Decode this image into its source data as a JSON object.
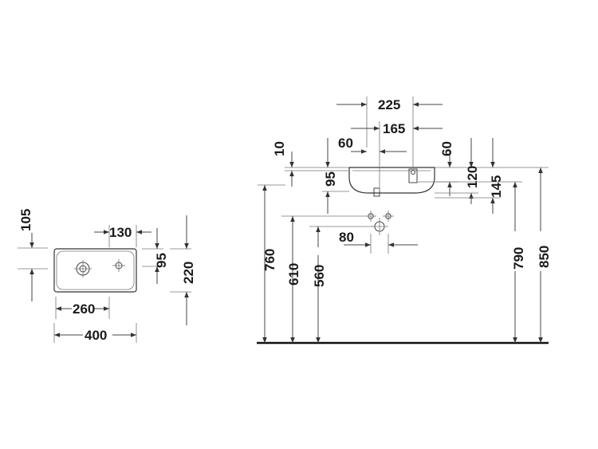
{
  "top_view": {
    "dimensions": {
      "d105": "105",
      "d130": "130",
      "d95": "95",
      "d220": "220",
      "d260": "260",
      "d400": "400"
    }
  },
  "side_view": {
    "dimensions": {
      "d225": "225",
      "d165": "165",
      "d60a": "60",
      "d60b": "60",
      "d10": "10",
      "d95": "95",
      "d120": "120",
      "d145": "145",
      "d80": "80",
      "d760": "760",
      "d610": "610",
      "d560": "560",
      "d790": "790",
      "d850": "850"
    }
  },
  "colors": {
    "line": "#444444",
    "text": "#1a1a1a",
    "floor": "#111111"
  }
}
